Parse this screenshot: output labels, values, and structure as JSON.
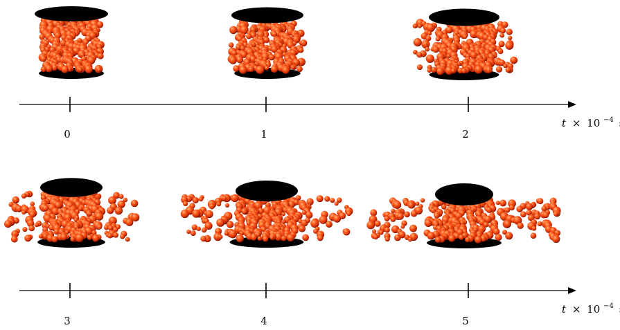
{
  "title": "",
  "axis": {
    "variable": "t",
    "times": "×",
    "base": "10",
    "exponent": "−4",
    "unit": "s"
  },
  "rows": [
    {
      "ticks": [
        "0",
        "1",
        "2"
      ]
    },
    {
      "ticks": [
        "3",
        "4",
        "5"
      ]
    }
  ],
  "colors": {
    "particle_light": "#ff7a3a",
    "particle_mid": "#e8400f",
    "particle_dark": "#8a1800",
    "platen": "#000000",
    "axis": "#000000"
  },
  "snapshots": [
    {
      "time": "0",
      "expansion": 0.0
    },
    {
      "time": "1",
      "expansion": 0.1
    },
    {
      "time": "2",
      "expansion": 0.3
    },
    {
      "time": "3",
      "expansion": 0.55
    },
    {
      "time": "4",
      "expansion": 0.8
    },
    {
      "time": "5",
      "expansion": 1.0
    }
  ]
}
